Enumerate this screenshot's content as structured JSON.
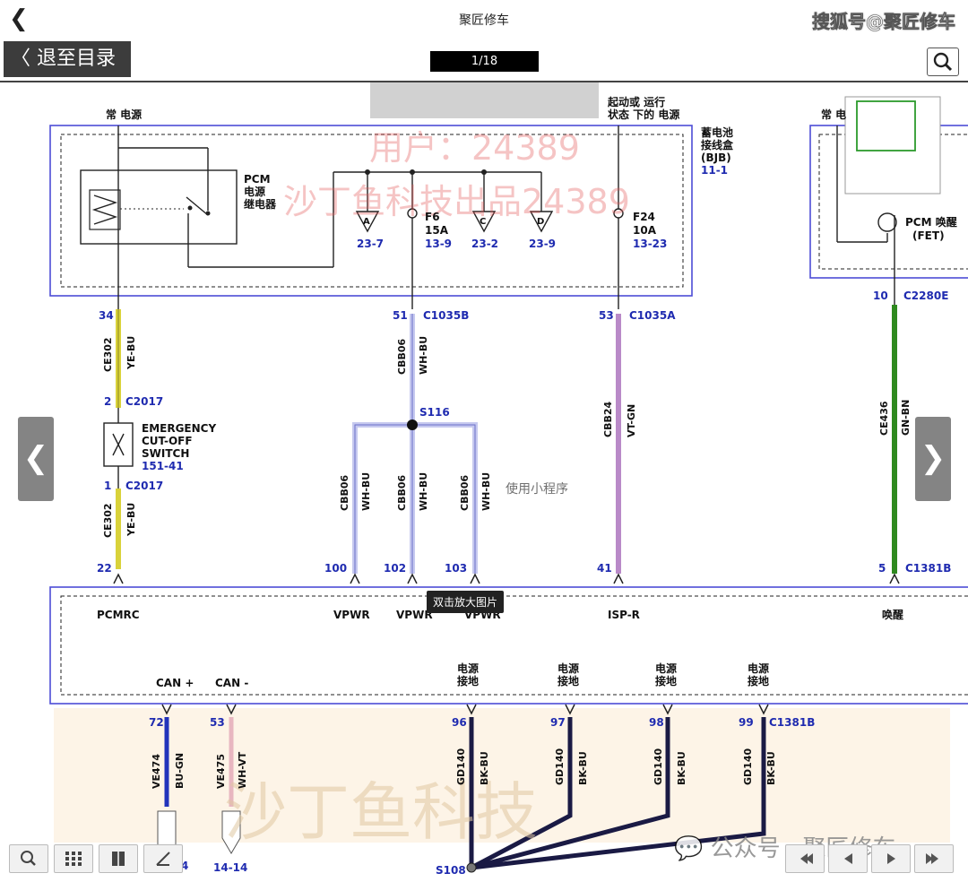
{
  "topbar": {
    "title": "聚匠修车",
    "brand": "搜狐号@聚匠修车"
  },
  "toolbar": {
    "toc_label": "〈 退至目录",
    "page_indicator": "1/18"
  },
  "tooltip": "双击放大图片",
  "watermarks": {
    "user_big": "用户：24389",
    "company_big": "沙丁鱼科技出品24389",
    "miniprogram": "使用小程序",
    "wechat": "公众号 · 聚匠修车",
    "bottom_big": "沙丁鱼科技"
  },
  "diagram": {
    "labels": {
      "constant_power_left": "常 电源",
      "constant_power_right": "常 电",
      "run_power_1": "起动或 运行",
      "run_power_2": "状态 下的 电源",
      "bjb_1": "蓄电池",
      "bjb_2": "接线盒",
      "bjb_3": "(BJB)",
      "bjb_4": "11-1",
      "pcm_relay_1": "PCM",
      "pcm_relay_2": "电源",
      "pcm_relay_3": "继电器",
      "conn_a": "A",
      "conn_c": "C",
      "conn_d": "D",
      "ref_a": "23-7",
      "ref_c": "23-2",
      "ref_d": "23-9",
      "f6": "F6",
      "f6_amp": "15A",
      "f6_ref": "13-9",
      "f24": "F24",
      "f24_amp": "10A",
      "f24_ref": "13-23",
      "pcm_wake_1": "PCM 唤醒",
      "pcm_wake_2": "(FET)",
      "pin_34": "34",
      "pin_51": "51",
      "c1035b": "C1035B",
      "pin_53a": "53",
      "c1035a": "C1035A",
      "pin_10": "10",
      "c2280e": "C2280E",
      "ce302": "CE302",
      "ye_bu": "YE-BU",
      "cbb06": "CBB06",
      "wh_bu": "WH-BU",
      "cbb24": "CBB24",
      "vt_gn": "VT-GN",
      "ce436": "CE436",
      "gn_bn": "GN-BN",
      "pin_2": "2",
      "c2017": "C2017",
      "s116": "S116",
      "emerg_1": "EMERGENCY",
      "emerg_2": "CUT-OFF",
      "emerg_3": "SWITCH",
      "emerg_4": "151-41",
      "pin_1": "1",
      "pin_22": "22",
      "pin_100": "100",
      "pin_102": "102",
      "pin_103": "103",
      "pin_41": "41",
      "pin_5": "5",
      "c1381b": "C1381B",
      "pcmrc": "PCMRC",
      "vpwr": "VPWR",
      "ispr": "ISP-R",
      "wake": "唤醒",
      "can_plus": "CAN +",
      "can_minus": "CAN -",
      "gnd_1": "电源",
      "gnd_2": "接地",
      "pin_72": "72",
      "pin_53b": "53",
      "pin_96": "96",
      "pin_97": "97",
      "pin_98": "98",
      "pin_99": "99",
      "ve474": "VE474",
      "bu_gn": "BU-GN",
      "ve475": "VE475",
      "wh_vt": "WH-VT",
      "gd140": "GD140",
      "bk_bu": "BK-BU",
      "ref_1414": "14-14",
      "s108": "S108"
    }
  },
  "colors": {
    "module_border": "#4d4dd6",
    "label_blue": "#1f2bb0",
    "wire_yellow": "#d9d23a",
    "wire_white_blue": "#c6c9ef",
    "wire_violet": "#b98ac8",
    "wire_green": "#2f8a1f",
    "wire_blue": "#2233bb",
    "wire_pink": "#e8b6c0",
    "wire_black": "#1a1a44"
  }
}
